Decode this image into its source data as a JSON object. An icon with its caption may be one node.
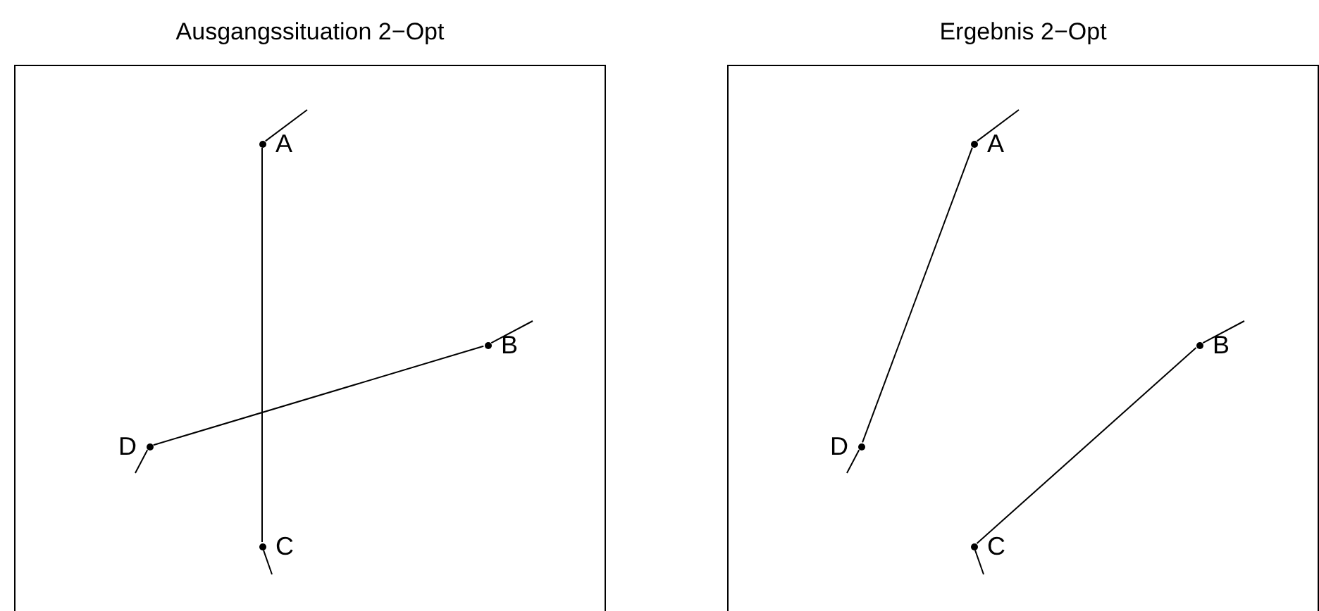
{
  "diagram": {
    "nodes": [
      {
        "text": [
          "Ausgangssituation 2−Opt"
        ]
      },
      {
        "text": [
          "A"
        ],
        "in": 0
      },
      {
        "text": [
          "B"
        ],
        "in": 0
      },
      {
        "text": [
          "C"
        ],
        "in": 0
      },
      {
        "text": [
          "D"
        ],
        "in": 0
      },
      {
        "text": [
          "Ergebnis 2−Opt"
        ]
      },
      {
        "text": [
          "A"
        ],
        "in": 5
      },
      {
        "text": [
          "B"
        ],
        "in": 5
      },
      {
        "text": [
          "C"
        ],
        "in": 5
      },
      {
        "text": [
          "D"
        ],
        "in": 5
      }
    ],
    "edges": [
      {
        "from": 1,
        "to": 3,
        "arrow": "none"
      },
      {
        "from": 4,
        "to": 2,
        "arrow": "none"
      },
      {
        "from": 1,
        "to": null,
        "arrow": "none"
      },
      {
        "from": 2,
        "to": null,
        "arrow": "none"
      },
      {
        "from": 4,
        "to": null,
        "arrow": "none"
      },
      {
        "from": 3,
        "to": null,
        "arrow": "none"
      },
      {
        "from": 6,
        "to": 9,
        "arrow": "none"
      },
      {
        "from": 8,
        "to": 7,
        "arrow": "none"
      },
      {
        "from": 6,
        "to": null,
        "arrow": "none"
      },
      {
        "from": 7,
        "to": null,
        "arrow": "none"
      },
      {
        "from": 9,
        "to": null,
        "arrow": "none"
      },
      {
        "from": 8,
        "to": null,
        "arrow": "none"
      }
    ]
  }
}
